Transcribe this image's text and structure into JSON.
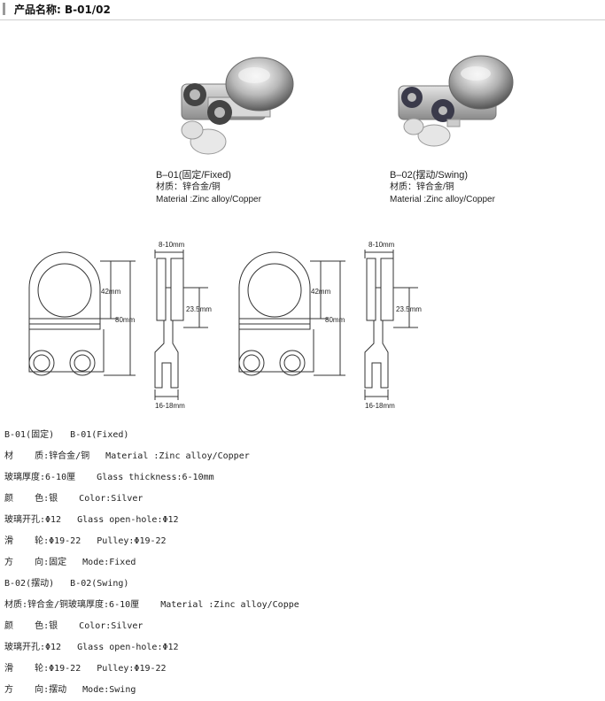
{
  "header": {
    "title": "产品名称: B-01/02"
  },
  "products": [
    {
      "name": "B–01(固定/Fixed)",
      "material_cn": "材质：锌合金/铜",
      "material_en": "Material :Zinc alloy/Copper"
    },
    {
      "name": "B–02(摆动/Swing)",
      "material_cn": "材质：锌合金/铜",
      "material_en": "Material :Zinc alloy/Copper"
    }
  ],
  "drawings": [
    {
      "dim_42": "42mm",
      "dim_80": "80mm",
      "dim_gap": "8-10mm",
      "dim_235": "23.5mm",
      "dim_wheel": "16-18mm"
    },
    {
      "dim_42": "42mm",
      "dim_80": "80mm",
      "dim_gap": "8-10mm",
      "dim_235": "23.5mm",
      "dim_wheel": "16-18mm"
    }
  ],
  "specs": [
    "B-01(固定)   B-01(Fixed)",
    "材    质:锌合金/铜   Material :Zinc alloy/Copper",
    "玻璃厚度:6-10厘    Glass thickness:6-10mm",
    "颜    色:银    Color:Silver",
    "玻璃开孔:Φ12   Glass open-hole:Φ12",
    "滑    轮:Φ19-22   Pulley:Φ19-22",
    "方    向:固定   Mode:Fixed",
    "B-02(摆动)   B-02(Swing)",
    "材质:锌合金/铜玻璃厚度:6-10厘    Material :Zinc alloy/Coppe",
    "颜    色:银    Color:Silver",
    "玻璃开孔:Φ12   Glass open-hole:Φ12",
    "滑    轮:Φ19-22   Pulley:Φ19-22",
    "方    向:摆动   Mode:Swing"
  ]
}
